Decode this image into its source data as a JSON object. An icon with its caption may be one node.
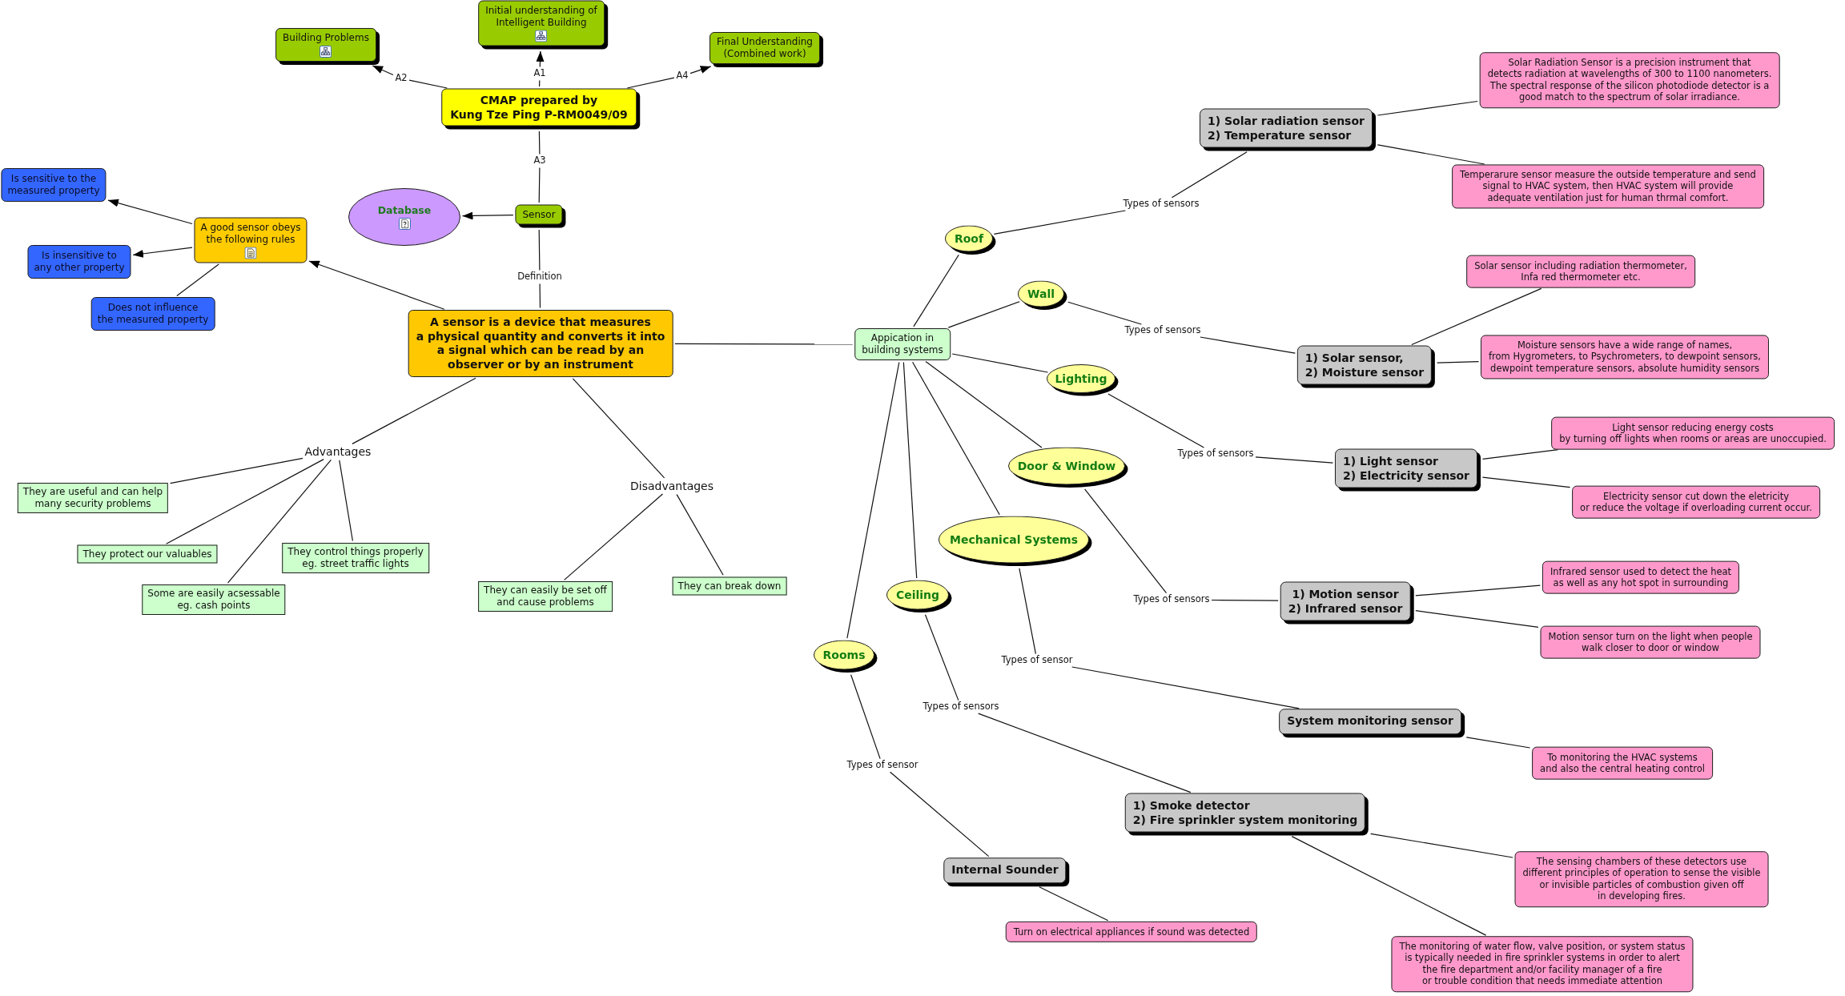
{
  "diagram": {
    "nodes": [
      {
        "text": [
          "Initial understanding of Intelligent Building"
        ]
      },
      {
        "text": [
          "Building Problems"
        ]
      },
      {
        "text": [
          "Final Understanding (Combined work)"
        ]
      },
      {
        "text": [
          "CMAP prepared by Kung Tze Ping P-RM0049/09"
        ]
      },
      {
        "text": [
          "Sensor"
        ]
      },
      {
        "text": [
          "Database"
        ]
      },
      {
        "text": [
          "Is sensitive to the measured property"
        ]
      },
      {
        "text": [
          "A good sensor obeys the following rules"
        ]
      },
      {
        "text": [
          "Is insensitive to any other property"
        ]
      },
      {
        "text": [
          "Does not influence the measured property"
        ]
      },
      {
        "text": [
          "A sensor is a device that measures a physical quantity and converts it into a signal which can be read by an observer or by an instrument"
        ]
      },
      {
        "text": [
          "Advantages"
        ]
      },
      {
        "text": [
          "They are useful and can help many security problems"
        ]
      },
      {
        "text": [
          "Disadvantages"
        ]
      },
      {
        "text": [
          "They protect our valuables"
        ]
      },
      {
        "text": [
          "They control things properly eg. street traffic lights"
        ]
      },
      {
        "text": [
          "Some are easily acsessable eg. cash points"
        ]
      },
      {
        "text": [
          "They can easily be set off and cause problems"
        ]
      },
      {
        "text": [
          "They can break down"
        ]
      },
      {
        "text": [
          "Appication in building systems"
        ]
      },
      {
        "text": [
          "Roof"
        ]
      },
      {
        "text": [
          "Wall"
        ]
      },
      {
        "text": [
          "Lighting"
        ]
      },
      {
        "text": [
          "Door & Window"
        ]
      },
      {
        "text": [
          "Mechanical Systems"
        ]
      },
      {
        "text": [
          "Ceiling"
        ]
      },
      {
        "text": [
          "Rooms"
        ]
      },
      {
        "text": [
          "1) Solar radiation sensor",
          "2) Temperature sensor"
        ]
      },
      {
        "text": [
          "Solar Radiation Sensor is a precision instrument that detects radiation at wavelengths of 300 to 1100 nanometers. The spectral response of the silicon photodiode detector is a good match to the spectrum of solar irradiance."
        ]
      },
      {
        "text": [
          "Temperarure sensor measure the outside temperature and send signal to HVAC system, then HVAC system will provide adequate ventilation just for human thrmal comfort."
        ]
      },
      {
        "text": [
          "1) Solar sensor,",
          "2) Moisture sensor"
        ]
      },
      {
        "text": [
          "Solar sensor including radiation thermometer, Infa red thermometer etc."
        ]
      },
      {
        "text": [
          "Moisture sensors have a wide range of names, from Hygrometers, to Psychrometers, to dewpoint sensors, dewpoint temperature sensors, absolute humidity sensors"
        ]
      },
      {
        "text": [
          "1) Light sensor",
          "2) Electricity sensor"
        ]
      },
      {
        "text": [
          "Light sensor reducing energy costs by turning off lights when rooms or areas are unoccupied."
        ]
      },
      {
        "text": [
          "Electricity sensor cut down the eletricity or reduce the voltage if overloading current occur."
        ]
      },
      {
        "text": [
          "1) Motion sensor",
          "2) Infrared sensor"
        ]
      },
      {
        "text": [
          "Infrared sensor used to detect the heat as well as any hot spot in surrounding"
        ]
      },
      {
        "text": [
          "Motion sensor turn on the light when people walk closer to door or window"
        ]
      },
      {
        "text": [
          "System monitoring sensor"
        ]
      },
      {
        "text": [
          "To monitoring the HVAC systems and also the central heating control"
        ]
      },
      {
        "text": [
          "1) Smoke detector",
          "2) Fire sprinkler system monitoring"
        ]
      },
      {
        "text": [
          "The sensing chambers of these detectors use different principles of operation to sense the visible or invisible particles of combustion given off in developing fires."
        ]
      },
      {
        "text": [
          "Internal Sounder"
        ]
      },
      {
        "text": [
          "Turn on electrical appliances if sound was detected"
        ]
      },
      {
        "text": [
          "The monitoring of water flow, valve position, or system status is typically needed in fire sprinkler systems in order to alert the fire department and/or facility manager of a fire or trouble condition that needs immediate attention"
        ]
      }
    ],
    "edges": [
      {
        "from": 3,
        "to": 0,
        "arrow": "to",
        "label": "A1"
      },
      {
        "from": 3,
        "to": 1,
        "arrow": "to",
        "label": "A2"
      },
      {
        "from": 3,
        "to": 2,
        "arrow": "to",
        "label": "A4"
      },
      {
        "from": 3,
        "to": 4,
        "arrow": "none",
        "label": "A3"
      },
      {
        "from": 4,
        "to": 5,
        "arrow": "to"
      },
      {
        "from": 4,
        "to": 10,
        "arrow": "none",
        "label": "Definition"
      },
      {
        "from": 10,
        "to": 7,
        "arrow": "to"
      },
      {
        "from": 7,
        "to": 6,
        "arrow": "to"
      },
      {
        "from": 7,
        "to": 8,
        "arrow": "to"
      },
      {
        "from": 7,
        "to": 9,
        "arrow": "none"
      },
      {
        "from": 10,
        "to": 11,
        "arrow": "none"
      },
      {
        "from": 11,
        "to": 12,
        "arrow": "none"
      },
      {
        "from": 11,
        "to": 14,
        "arrow": "none"
      },
      {
        "from": 11,
        "to": 16,
        "arrow": "none"
      },
      {
        "from": 11,
        "to": 15,
        "arrow": "none"
      },
      {
        "from": 10,
        "to": 13,
        "arrow": "none"
      },
      {
        "from": 13,
        "to": 17,
        "arrow": "none"
      },
      {
        "from": 13,
        "to": 18,
        "arrow": "none"
      },
      {
        "from": 10,
        "to": 19,
        "arrow": "none"
      },
      {
        "from": 19,
        "to": 20,
        "arrow": "none"
      },
      {
        "from": 19,
        "to": 21,
        "arrow": "none"
      },
      {
        "from": 19,
        "to": 22,
        "arrow": "none"
      },
      {
        "from": 19,
        "to": 23,
        "arrow": "none"
      },
      {
        "from": 19,
        "to": 24,
        "arrow": "none"
      },
      {
        "from": 19,
        "to": 25,
        "arrow": "none"
      },
      {
        "from": 19,
        "to": 26,
        "arrow": "none"
      },
      {
        "from": 20,
        "to": 27,
        "arrow": "none",
        "label": "Types of sensors"
      },
      {
        "from": 27,
        "to": 28,
        "arrow": "none"
      },
      {
        "from": 27,
        "to": 29,
        "arrow": "none"
      },
      {
        "from": 21,
        "to": 30,
        "arrow": "none",
        "label": "Types of sensors"
      },
      {
        "from": 30,
        "to": 31,
        "arrow": "none"
      },
      {
        "from": 30,
        "to": 32,
        "arrow": "none"
      },
      {
        "from": 22,
        "to": 33,
        "arrow": "none",
        "label": "Types of sensors"
      },
      {
        "from": 33,
        "to": 34,
        "arrow": "none"
      },
      {
        "from": 33,
        "to": 35,
        "arrow": "none"
      },
      {
        "from": 23,
        "to": 36,
        "arrow": "none",
        "label": "Types of sensors"
      },
      {
        "from": 36,
        "to": 37,
        "arrow": "none"
      },
      {
        "from": 36,
        "to": 38,
        "arrow": "none"
      },
      {
        "from": 24,
        "to": 39,
        "arrow": "none",
        "label": "Types of sensor"
      },
      {
        "from": 39,
        "to": 40,
        "arrow": "none"
      },
      {
        "from": 25,
        "to": 41,
        "arrow": "none",
        "label": "Types of sensors"
      },
      {
        "from": 41,
        "to": 42,
        "arrow": "none"
      },
      {
        "from": 41,
        "to": 45,
        "arrow": "none"
      },
      {
        "from": 26,
        "to": 43,
        "arrow": "none",
        "label": "Types of sensor"
      },
      {
        "from": 43,
        "to": 44,
        "arrow": "none"
      }
    ]
  }
}
